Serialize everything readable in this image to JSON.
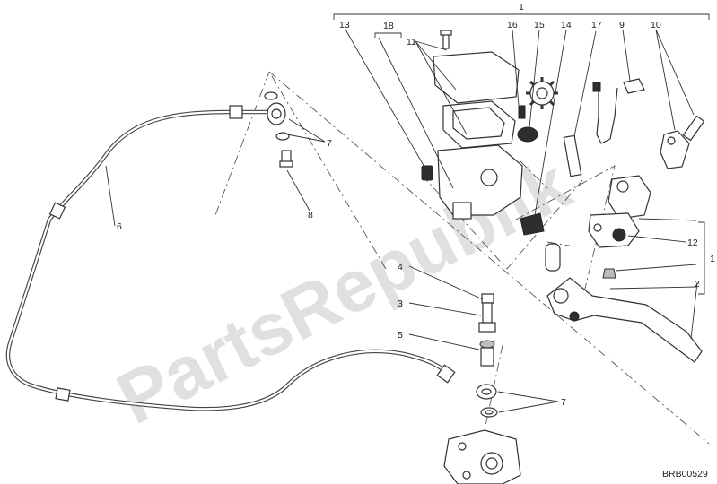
{
  "diagram": {
    "watermark": "PartsRepublik",
    "drawing_code": "BRB00529",
    "callouts": {
      "assembly_top": "1",
      "assembly_right": "1",
      "lever": "2",
      "fitting": "3",
      "bleed_screw": "4",
      "banjo_bolt": "5",
      "hose": "6",
      "washers_upper": "7",
      "washers_lower": "7",
      "bolt": "8",
      "switch": "9",
      "clamp": "10",
      "cover_screws": "11",
      "pivot": "12",
      "reservoir": "13",
      "boot": "14",
      "seal": "15",
      "pin": "16",
      "push_rod": "17",
      "cover_kit": "18"
    },
    "colors": {
      "line": "#333333",
      "watermark": "#d6d6d6",
      "background": "#ffffff"
    },
    "icons": {
      "gear": "gear-icon"
    }
  }
}
